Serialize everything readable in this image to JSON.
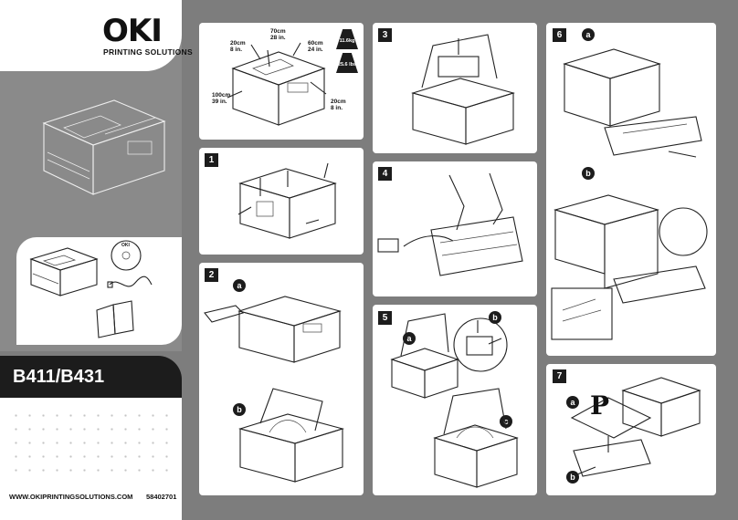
{
  "brand": {
    "name": "OKI",
    "tagline": "PRINTING SOLUTIONS"
  },
  "model": "B411/B431",
  "footer": {
    "website": "WWW.OKIPRINTINGSOLUTIONS.COM",
    "part_number": "58402701"
  },
  "dimensions": {
    "top": "70cm\n28 in.",
    "left_top": "20cm\n8 in.",
    "right_top": "60cm\n24 in.",
    "left_bottom": "100cm\n39 in.",
    "right_bottom": "20cm\n8 in."
  },
  "weights": [
    "11.6kg",
    "25.6 lbs"
  ],
  "steps": [
    {
      "number": "1"
    },
    {
      "number": "2",
      "sub": [
        "a",
        "b"
      ]
    },
    {
      "number": "3"
    },
    {
      "number": "4"
    },
    {
      "number": "5",
      "sub": [
        "a",
        "b",
        "c"
      ]
    },
    {
      "number": "6",
      "sub": [
        "a",
        "b"
      ]
    },
    {
      "number": "7",
      "sub": [
        "a",
        "b"
      ]
    }
  ],
  "paper_letter": "P",
  "cd_label": "OKI",
  "colors": {
    "background": "#7d7d7d",
    "panel": "#ffffff",
    "label": "#1c1c1c"
  }
}
